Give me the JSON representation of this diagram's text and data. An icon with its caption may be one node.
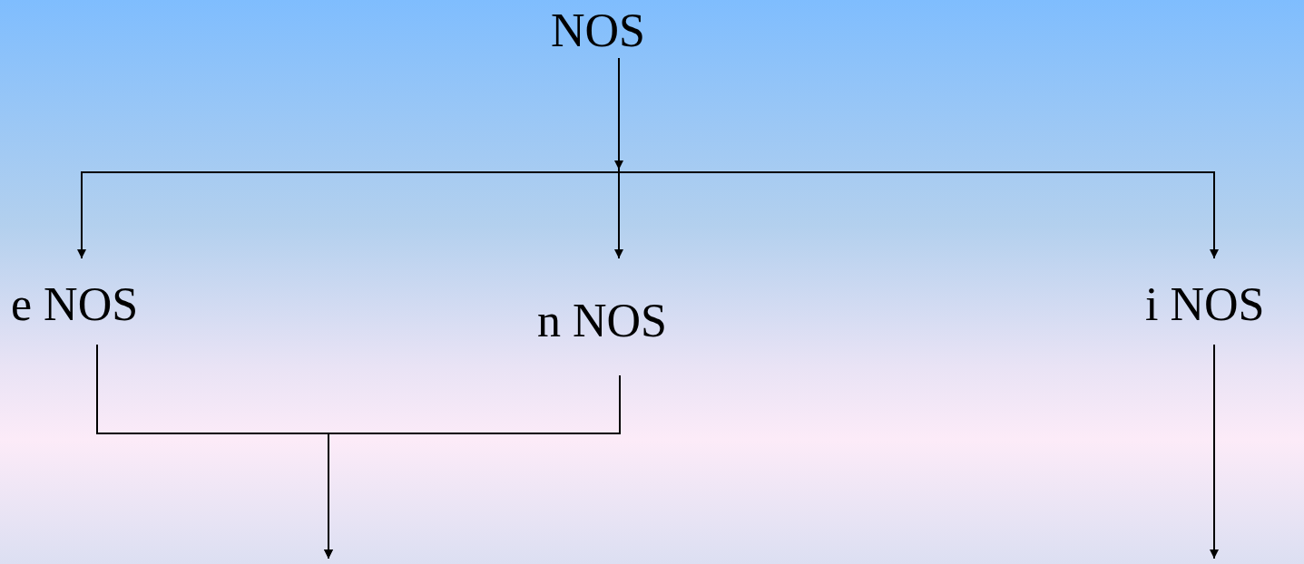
{
  "diagram": {
    "nodes": [
      {
        "text": [
          "NOS"
        ]
      },
      {
        "text": [
          "e NOS"
        ]
      },
      {
        "text": [
          "n NOS"
        ]
      },
      {
        "text": [
          "i NOS"
        ]
      }
    ],
    "edges": [
      {
        "from": 0,
        "to": 1,
        "arrow": "to"
      },
      {
        "from": 0,
        "to": 2,
        "arrow": "to"
      },
      {
        "from": 0,
        "to": 3,
        "arrow": "to"
      },
      {
        "from": 1,
        "to": null,
        "arrow": "to"
      },
      {
        "from": 2,
        "to": null,
        "arrow": "to"
      },
      {
        "from": 3,
        "to": null,
        "arrow": "to"
      }
    ]
  }
}
